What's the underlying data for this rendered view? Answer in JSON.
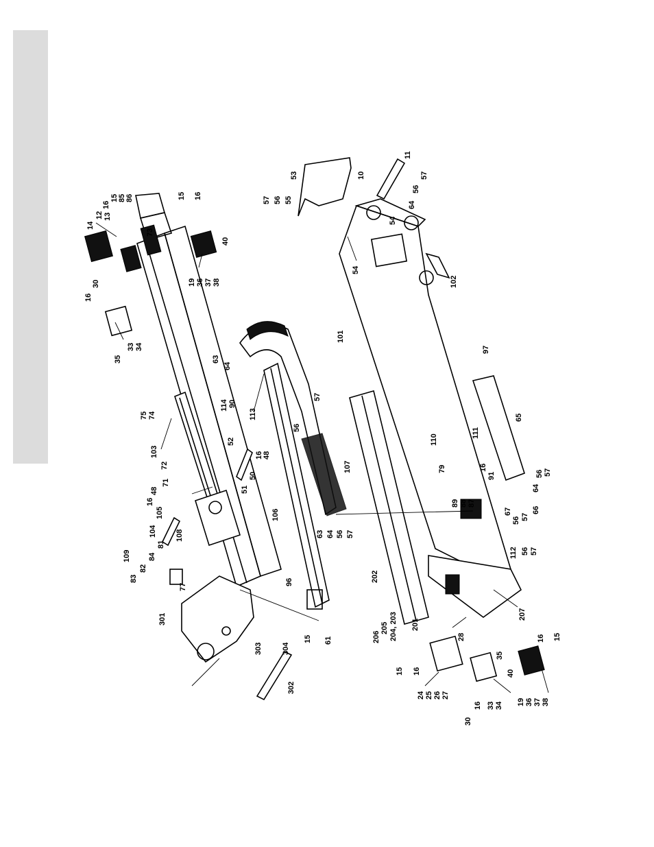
{
  "labels": {
    "l10": "10",
    "l11": "11",
    "l12": "12",
    "l13": "13",
    "l14": "14",
    "l15": "15",
    "l16": "16",
    "l19": "19",
    "l24": "24",
    "l25": "25",
    "l26": "26",
    "l27": "27",
    "l28": "28",
    "l30": "30",
    "l33": "33",
    "l34": "34",
    "l35": "35",
    "l36": "36",
    "l37": "37",
    "l38": "38",
    "l40": "40",
    "l48": "48",
    "l50": "50",
    "l51": "51",
    "l52": "52",
    "l53": "53",
    "l54": "54",
    "l55": "55",
    "l56": "56",
    "l57": "57",
    "l61": "61",
    "l63": "63",
    "l64": "64",
    "l65": "65",
    "l66": "66",
    "l67": "67",
    "l71": "71",
    "l72": "72",
    "l73": "73",
    "l74": "74",
    "l75": "75",
    "l77": "77",
    "l79": "79",
    "l81": "81",
    "l82": "82",
    "l83": "83",
    "l84": "84",
    "l85": "85",
    "l86": "86",
    "l87": "87",
    "l88": "88",
    "l89": "89",
    "l90": "90",
    "l91": "91",
    "l96": "96",
    "l97": "97",
    "l101": "101",
    "l102": "102",
    "l103": "103",
    "l104": "104",
    "l105": "105",
    "l106": "106",
    "l107": "107",
    "l108": "108",
    "l109": "109",
    "l110": "110",
    "l111": "111",
    "l112": "112",
    "l113": "113",
    "l114": "114",
    "l201": "201",
    "l202": "202",
    "l204_203": "204, 203",
    "l205": "205",
    "l206": "206",
    "l207": "207",
    "l301": "301",
    "l302": "302",
    "l303": "303",
    "l304": "304"
  }
}
